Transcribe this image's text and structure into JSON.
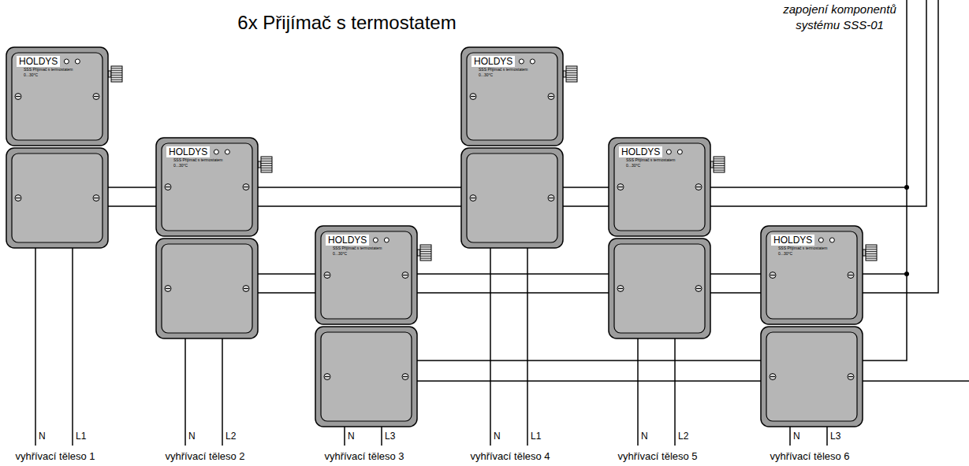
{
  "diagram": {
    "title": "6x Přijímač s termostatem",
    "nodes": [
      {
        "text": [
          "HOLDYS",
          "SSS Přijímač s termostatem",
          "0...30°C"
        ]
      },
      {
        "text": [
          "HOLDYS",
          "SSS Přijímač s termostatem",
          "0...30°C"
        ]
      },
      {
        "text": [
          "HOLDYS",
          "SSS Přijímač s termostatem",
          "0...30°C"
        ]
      },
      {
        "text": [
          "HOLDYS",
          "SSS Přijímač s termostatem",
          "0...30°C"
        ]
      },
      {
        "text": [
          "HOLDYS",
          "SSS Přijímač s termostatem",
          "0...30°C"
        ]
      },
      {
        "text": [
          "HOLDYS",
          "SSS Přijímač s termostatem",
          "0...30°C"
        ]
      }
    ],
    "labels": [
      "zapojení komponentů systému SSS-01",
      "N",
      "L1",
      "vyhřívací těleso 1",
      "N",
      "L2",
      "vyhřívací těleso 2",
      "N",
      "L3",
      "vyhřívací těleso 3",
      "N",
      "L1",
      "vyhřívací těleso 4",
      "N",
      "L2",
      "vyhřívací těleso 5",
      "N",
      "L3",
      "vyhřívací těleso 6"
    ]
  }
}
